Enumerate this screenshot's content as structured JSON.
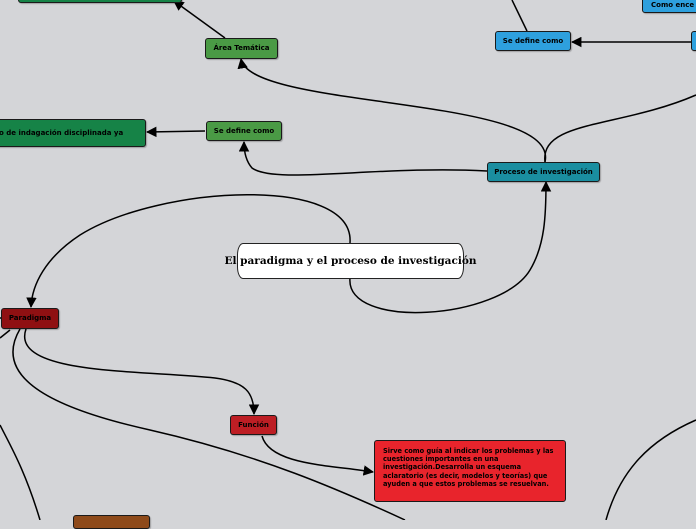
{
  "central_topic": "El paradigma y el proceso de investigación",
  "nodes": {
    "area_tematica": "Área Temática",
    "se_define_como_left": "Se define como",
    "se_define_como_top": "Se define como",
    "como_ence": "Como ence",
    "indagacion": "o de indagación disciplinada ya",
    "proceso": "Proceso de investigación",
    "paradigma": "Paradigma",
    "funcion": "Función",
    "funcion_desc": "Sirve como guía al indicar los problemas y las cuestiones importantes en una investigación.Desarrolla  un esquema aclaratorio (es decir, modelos y teorías) que ayuden a que  estos problemas se resuelvan."
  },
  "colors": {
    "background": "#d4d5d8",
    "green_light": "#4a9a45",
    "green_dark": "#168347",
    "blue": "#2ea0de",
    "teal": "#1a8ea0",
    "dark_red": "#8f1012",
    "red": "#bd1e24",
    "bright_red": "#e8242c",
    "brown": "#8e4a1a"
  }
}
